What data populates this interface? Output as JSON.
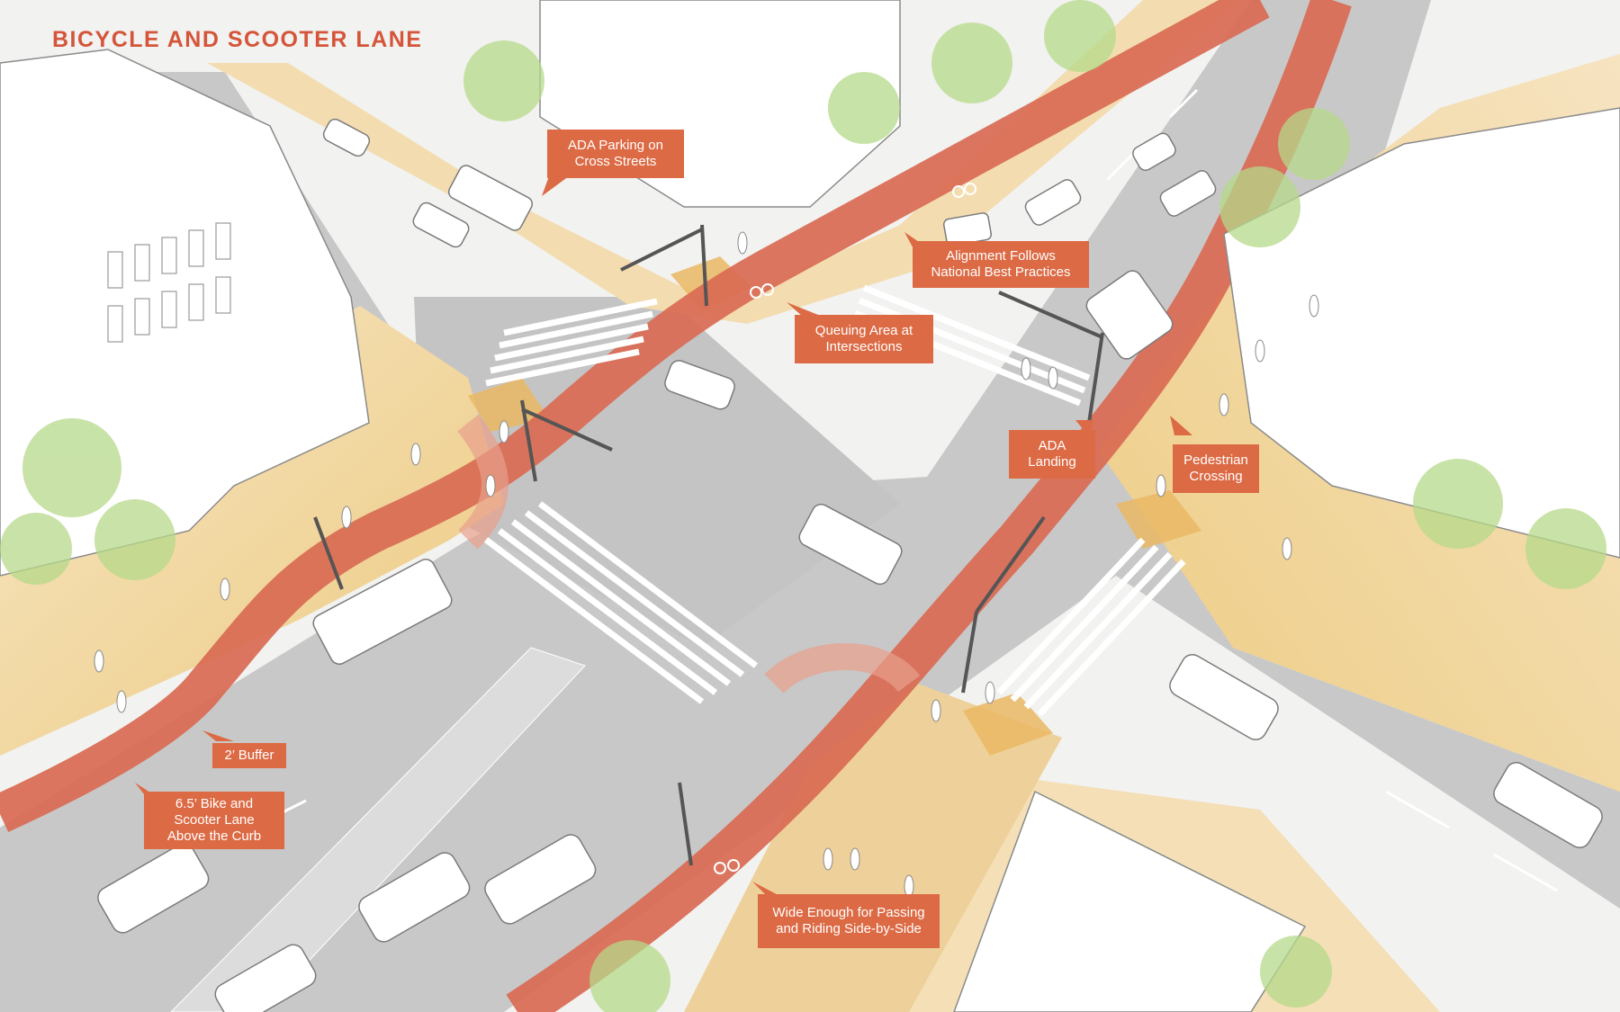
{
  "title": "BICYCLE AND SCOOTER LANE",
  "colors": {
    "title": "#d4553a",
    "callout_bg": "#dc6a44",
    "bike_lane": "#d96a52",
    "sidewalk": "#f1d9a8",
    "queuing": "#eec07a",
    "roadway": "#c9c9c9",
    "trees": "#b6d98a"
  },
  "callouts": {
    "ada_parking": {
      "line1": "ADA Parking on",
      "line2": "Cross Streets"
    },
    "alignment": {
      "line1": "Alignment Follows",
      "line2": "National Best Practices"
    },
    "queuing": {
      "line1": "Queuing Area at",
      "line2": "Intersections"
    },
    "ada_landing": {
      "line1": "ADA",
      "line2": "Landing"
    },
    "pedestrian": {
      "line1": "Pedestrian",
      "line2": "Crossing"
    },
    "buffer": {
      "line1": "2’ Buffer"
    },
    "bike_lane": {
      "line1": "6.5’ Bike and",
      "line2": "Scooter Lane",
      "line3": "Above the Curb"
    },
    "wide_enough": {
      "line1": "Wide Enough for Passing",
      "line2": "and Riding Side-by-Side"
    }
  }
}
